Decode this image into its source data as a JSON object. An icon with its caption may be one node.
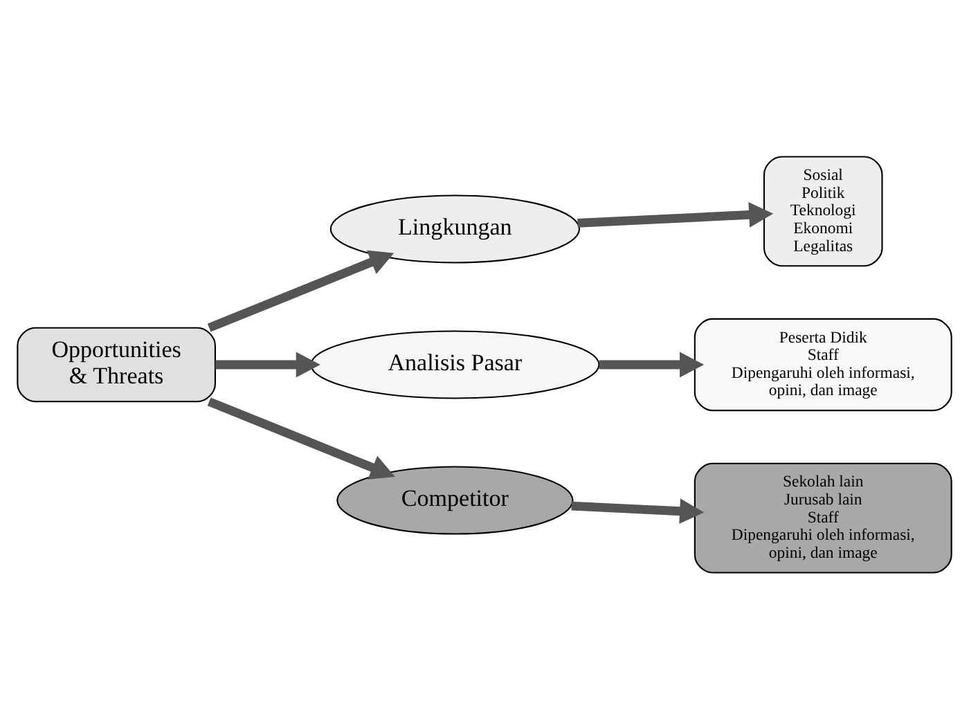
{
  "diagram": {
    "nodes": [
      {
        "text": [
          "Opportunities & Threats"
        ]
      },
      {
        "text": [
          "Lingkungan"
        ]
      },
      {
        "text": [
          "Analisis Pasar"
        ]
      },
      {
        "text": [
          "Competitor"
        ]
      },
      {
        "text": [
          "Sosial",
          "Politik",
          "Teknologi",
          "Ekonomi",
          "Legalitas"
        ]
      },
      {
        "text": [
          "Peserta Didik",
          "Staff",
          "Dipengaruhi oleh informasi, opini, dan image"
        ]
      },
      {
        "text": [
          "Sekolah lain",
          "Jurusab lain",
          "Staff",
          "Dipengaruhi oleh informasi, opini, dan image"
        ]
      }
    ],
    "edges": [
      {
        "from": 0,
        "to": 1,
        "arrow": "to"
      },
      {
        "from": 0,
        "to": 2,
        "arrow": "to"
      },
      {
        "from": 0,
        "to": 3,
        "arrow": "to"
      },
      {
        "from": 1,
        "to": 4,
        "arrow": "to"
      },
      {
        "from": 2,
        "to": 5,
        "arrow": "to"
      },
      {
        "from": 3,
        "to": 6,
        "arrow": "to"
      }
    ]
  }
}
